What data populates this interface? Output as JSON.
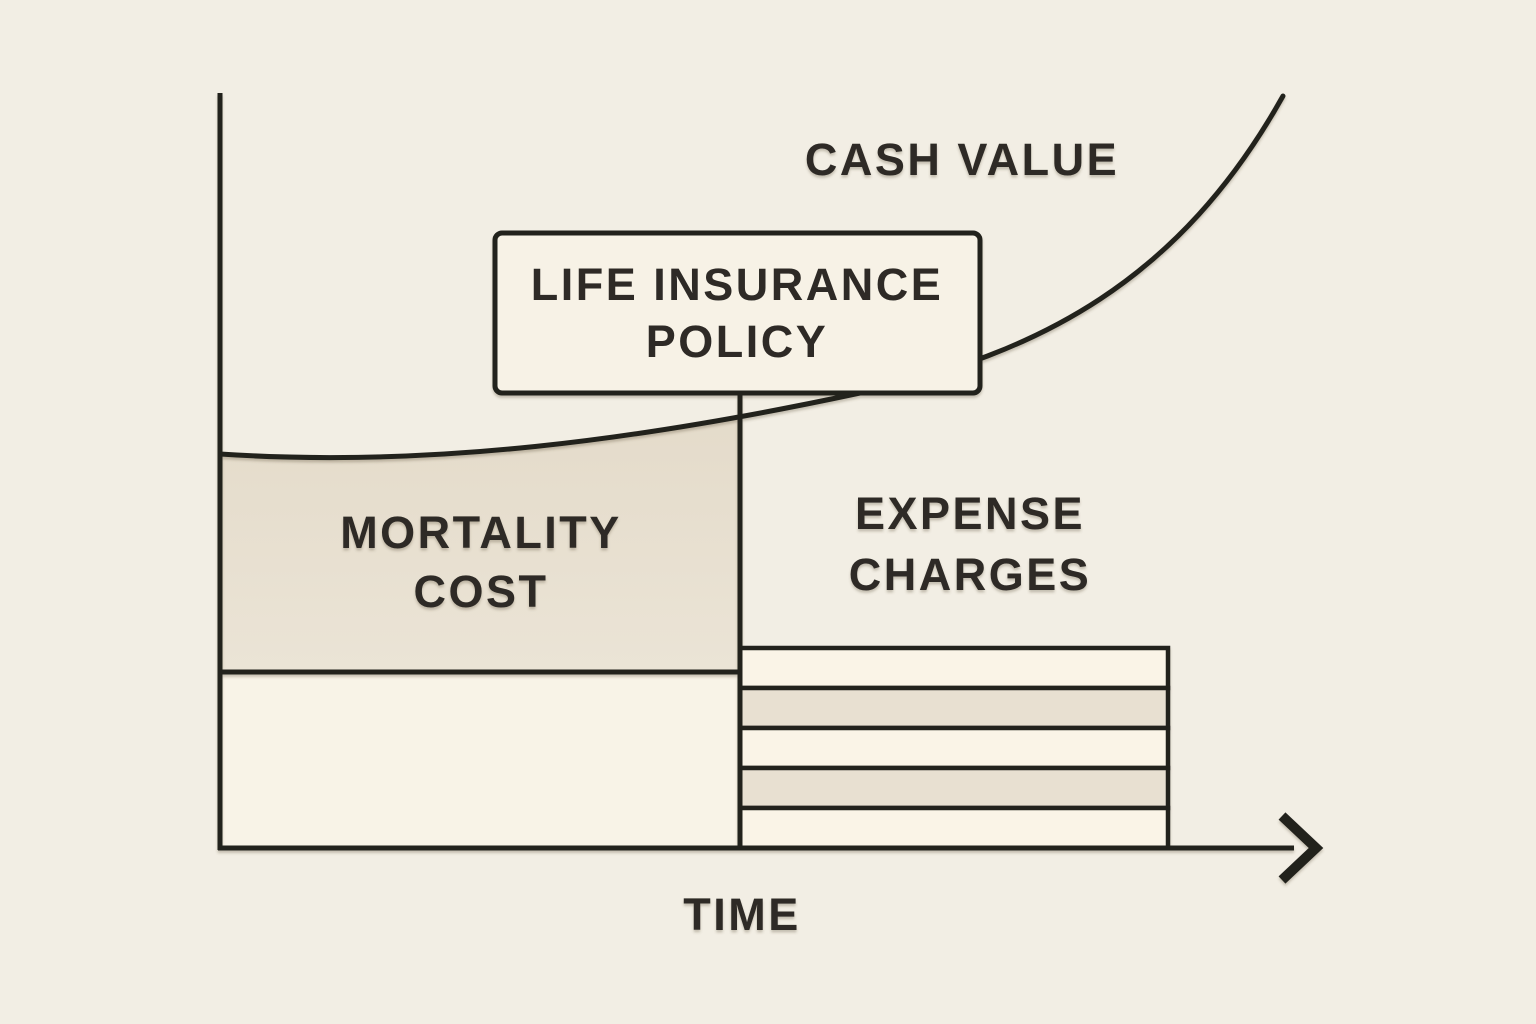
{
  "diagram": {
    "labels": {
      "cash_value": "CASH VALUE",
      "policy_line1": "LIFE INSURANCE",
      "policy_line2": "POLICY",
      "mortality_line1": "MORTALITY",
      "mortality_line2": "COST",
      "expense_line1": "EXPENSE",
      "expense_line2": "CHARGES",
      "time": "TIME"
    },
    "colors": {
      "background": "#f2eee4",
      "line": "#23221f",
      "text": "#2d2b27",
      "mortality_fill_top": "#e4dbca",
      "mortality_fill_bottom": "#ebe4d6",
      "base_region_fill": "#f8f3e7",
      "policy_box_fill": "#f7f2e6",
      "stripe_light": "#faf4e7",
      "stripe_dark": "#e8e0d1"
    },
    "expense_stripes": [
      {
        "fill": "#faf4e7"
      },
      {
        "fill": "#e8e0d1"
      },
      {
        "fill": "#faf4e7"
      },
      {
        "fill": "#e8e0d1"
      },
      {
        "fill": "#faf4e7"
      }
    ]
  }
}
